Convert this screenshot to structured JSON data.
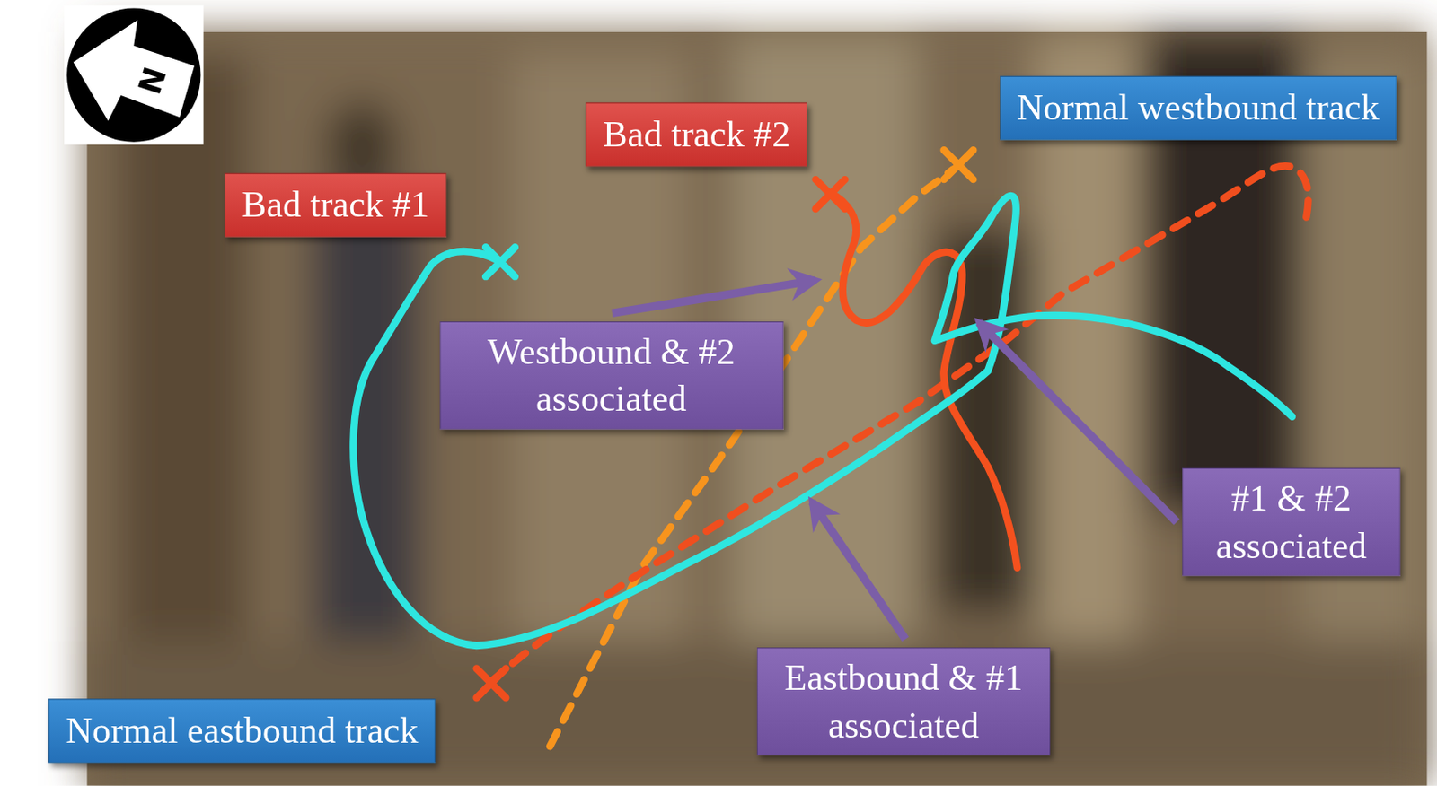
{
  "diagram": {
    "nodes": [
      {
        "text": [
          "Normal westbound track"
        ]
      },
      {
        "text": [
          "Bad track #2"
        ]
      },
      {
        "text": [
          "Bad track #1"
        ]
      },
      {
        "text": [
          "Westbound & #2 associated"
        ]
      },
      {
        "text": [
          "#1 & #2 associated"
        ]
      },
      {
        "text": [
          "Eastbound & #1 associated"
        ]
      },
      {
        "text": [
          "Normal eastbound track"
        ]
      }
    ],
    "labels": [
      "N"
    ]
  }
}
